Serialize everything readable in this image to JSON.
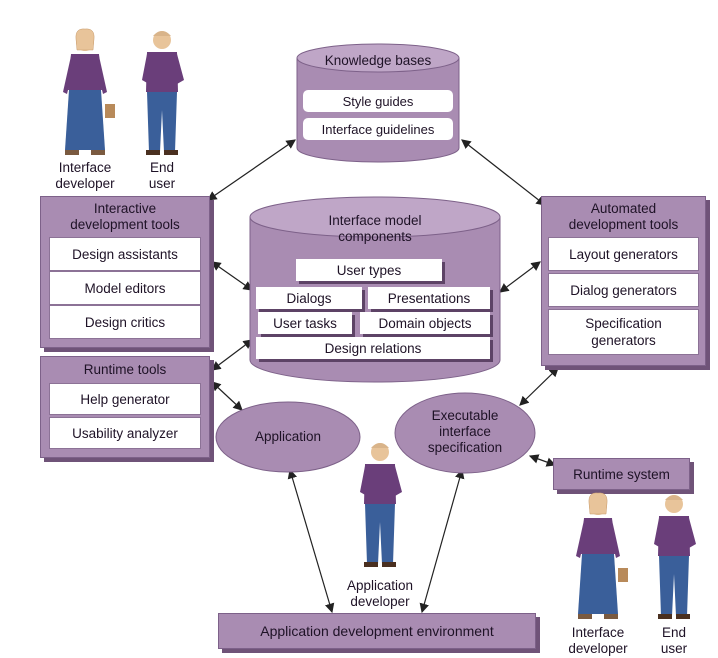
{
  "knowledge_bases": {
    "title": "Knowledge bases",
    "items": [
      "Style guides",
      "Interface guidelines"
    ]
  },
  "model_components": {
    "title_line1": "Interface model",
    "title_line2": "components",
    "user_types": "User types",
    "dialogs": "Dialogs",
    "presentations": "Presentations",
    "user_tasks": "User tasks",
    "domain_objects": "Domain objects",
    "design_relations": "Design relations"
  },
  "interactive_tools": {
    "title_line1": "Interactive",
    "title_line2": "development tools",
    "items": [
      "Design assistants",
      "Model editors",
      "Design critics"
    ]
  },
  "automated_tools": {
    "title_line1": "Automated",
    "title_line2": "development tools",
    "items": [
      "Layout generators",
      "Dialog generators",
      "Specification",
      "generators"
    ]
  },
  "runtime_tools": {
    "title": "Runtime tools",
    "items": [
      "Help generator",
      "Usability analyzer"
    ]
  },
  "application": "Application",
  "executable_spec": {
    "line1": "Executable",
    "line2": "interface",
    "line3": "specification"
  },
  "runtime_system": "Runtime system",
  "app_dev_env": "Application development environment",
  "people": {
    "interface_developer_line1": "Interface",
    "interface_developer_line2": "developer",
    "end_user_line1": "End",
    "end_user_line2": "user",
    "application_developer_line1": "Application",
    "application_developer_line2": "developer"
  },
  "colors": {
    "panel": "#a98cb2",
    "panel_dark": "#6f5378",
    "person_shirt": "#6a3e7a",
    "person_pants": "#3a5f9a",
    "person_skin": "#e8c49a"
  }
}
